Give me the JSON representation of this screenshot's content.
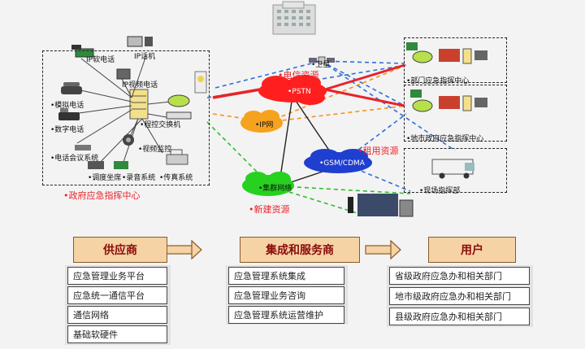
{
  "gov_center": {
    "title": "•政府应急指挥中心",
    "devices": {
      "ip_soft_phone": "IP软电话",
      "ip_phone": "IP话机",
      "ip_video_phone": "IP视频电话",
      "analog_phone": "•模拟电话",
      "digital_phone": "•数字电话",
      "pbx": "•程控交换机",
      "video_monitor": "•视频监控",
      "conference": "•电话会议系统",
      "dispatch_desk": "•调度坐席",
      "recording": "•录音系统",
      "fax": "•传真系统"
    }
  },
  "network": {
    "satellite": "•卫星",
    "telecom_label": "•电信资源",
    "pstn": "•PSTN",
    "ip_net": "•IP网",
    "gsm": "•GSM/CDMA",
    "rented_label": "•租用资源",
    "trunk": "•集群网络",
    "new_label": "•新建资源"
  },
  "right": {
    "dept_center": "•部门应急指挥中心",
    "city_center": "•地市政府应急指挥中心",
    "field_cmd": "•现场指挥部"
  },
  "columns": [
    {
      "header": "供应商",
      "items": [
        "应急管理业务平台",
        "应急统一通信平台",
        "通信网络",
        "基础软硬件"
      ]
    },
    {
      "header": "集成和服务商",
      "items": [
        "应急管理系统集成",
        "应急管理业务咨询",
        "应急管理系统运营维护"
      ]
    },
    {
      "header": "用户",
      "items": [
        "省级政府应急办和相关部门",
        "地市级政府应急办和相关部门",
        "县级政府应急办和相关部门"
      ]
    }
  ],
  "colors": {
    "red": "#e8232a",
    "orange": "#f5921e",
    "blue": "#2f6fd8",
    "green": "#27c227",
    "header_bg": "#f5d3a4"
  }
}
